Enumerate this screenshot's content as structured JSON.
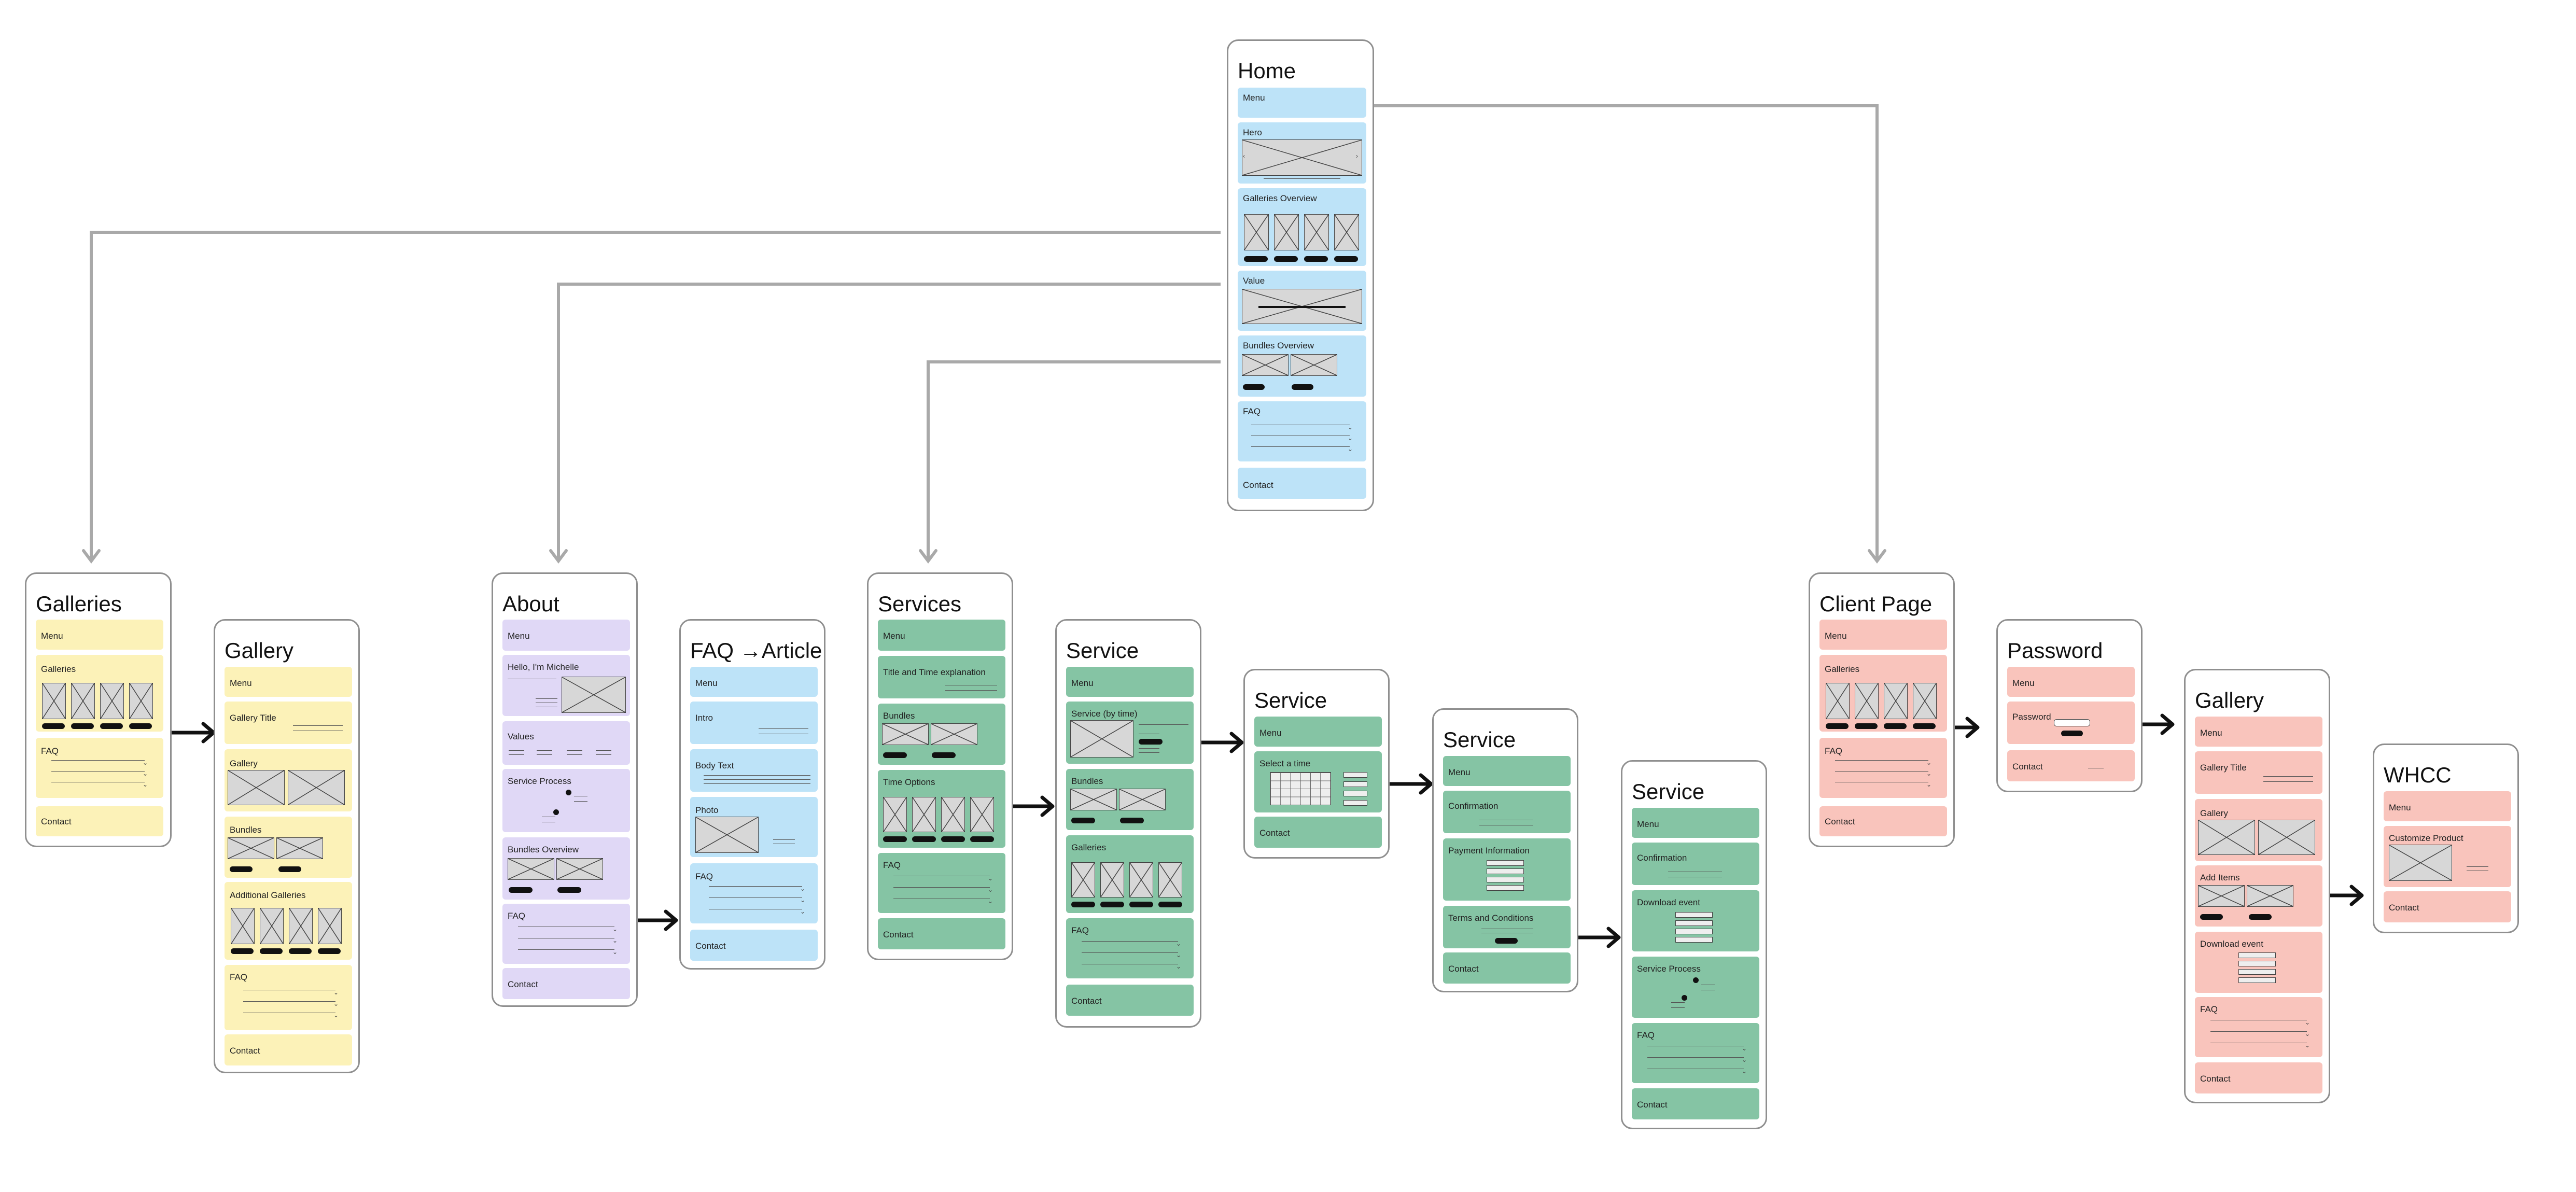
{
  "colors": {
    "home": "#bde3f8",
    "galleries": "#fcf2b8",
    "about": "#e0d8f6",
    "services": "#85c4a4",
    "client": "#f9c4bc",
    "connector": "#a9a9a9",
    "arrow": "#111111"
  },
  "pages": [
    {
      "id": "home",
      "title": "Home",
      "color": "blue",
      "sections": [
        {
          "label": "Menu"
        },
        {
          "label": "Hero"
        },
        {
          "label": "Galleries Overview"
        },
        {
          "label": "Value"
        },
        {
          "label": "Bundles Overview"
        },
        {
          "label": "FAQ"
        },
        {
          "label": "Contact"
        }
      ]
    },
    {
      "id": "galleries",
      "title": "Galleries",
      "color": "yellow",
      "sections": [
        {
          "label": "Menu"
        },
        {
          "label": "Galleries"
        },
        {
          "label": "FAQ"
        },
        {
          "label": "Contact"
        }
      ]
    },
    {
      "id": "gallery1",
      "title": "Gallery",
      "color": "yellow",
      "sections": [
        {
          "label": "Menu"
        },
        {
          "label": "Gallery Title"
        },
        {
          "label": "Gallery"
        },
        {
          "label": "Bundles"
        },
        {
          "label": "Additional Galleries"
        },
        {
          "label": "FAQ"
        },
        {
          "label": "Contact"
        }
      ]
    },
    {
      "id": "about",
      "title": "About",
      "color": "purple",
      "sections": [
        {
          "label": "Menu"
        },
        {
          "label": "Hello, I'm Michelle"
        },
        {
          "label": "Values"
        },
        {
          "label": "Service Process"
        },
        {
          "label": "Bundles Overview"
        },
        {
          "label": "FAQ"
        },
        {
          "label": "Contact"
        }
      ]
    },
    {
      "id": "faq",
      "title": "FAQ →Article",
      "color": "blue",
      "sections": [
        {
          "label": "Menu"
        },
        {
          "label": "Intro"
        },
        {
          "label": "Body Text"
        },
        {
          "label": "Photo"
        },
        {
          "label": "FAQ"
        },
        {
          "label": "Contact"
        }
      ]
    },
    {
      "id": "services",
      "title": "Services",
      "color": "green",
      "sections": [
        {
          "label": "Menu"
        },
        {
          "label": "Title and Time explanation"
        },
        {
          "label": "Bundles"
        },
        {
          "label": "Time Options"
        },
        {
          "label": "FAQ"
        },
        {
          "label": "Contact"
        }
      ]
    },
    {
      "id": "service1",
      "title": "Service",
      "color": "green",
      "sections": [
        {
          "label": "Menu"
        },
        {
          "label": "Service (by time)"
        },
        {
          "label": "Bundles"
        },
        {
          "label": "Galleries"
        },
        {
          "label": "FAQ"
        },
        {
          "label": "Contact"
        }
      ]
    },
    {
      "id": "service2",
      "title": "Service",
      "color": "green",
      "sections": [
        {
          "label": "Menu"
        },
        {
          "label": "Select a time"
        },
        {
          "label": "Contact"
        }
      ]
    },
    {
      "id": "service3",
      "title": "Service",
      "color": "green",
      "sections": [
        {
          "label": "Menu"
        },
        {
          "label": "Confirmation"
        },
        {
          "label": "Payment Information"
        },
        {
          "label": "Terms and Conditions"
        },
        {
          "label": "Contact"
        }
      ]
    },
    {
      "id": "service4",
      "title": "Service",
      "color": "green",
      "sections": [
        {
          "label": "Menu"
        },
        {
          "label": "Confirmation"
        },
        {
          "label": "Download event"
        },
        {
          "label": "Service Process"
        },
        {
          "label": "FAQ"
        },
        {
          "label": "Contact"
        }
      ]
    },
    {
      "id": "client",
      "title": "Client Page",
      "color": "red",
      "sections": [
        {
          "label": "Menu"
        },
        {
          "label": "Galleries"
        },
        {
          "label": "FAQ"
        },
        {
          "label": "Contact"
        }
      ]
    },
    {
      "id": "password",
      "title": "Password",
      "color": "red",
      "sections": [
        {
          "label": "Menu"
        },
        {
          "label": "Password"
        },
        {
          "label": "Contact"
        }
      ]
    },
    {
      "id": "gallery2",
      "title": "Gallery",
      "color": "red",
      "sections": [
        {
          "label": "Menu"
        },
        {
          "label": "Gallery Title"
        },
        {
          "label": "Gallery"
        },
        {
          "label": "Add Items"
        },
        {
          "label": "Download event"
        },
        {
          "label": "FAQ"
        },
        {
          "label": "Contact"
        }
      ]
    },
    {
      "id": "whcc",
      "title": "WHCC",
      "color": "red",
      "sections": [
        {
          "label": "Menu"
        },
        {
          "label": "Customize Product"
        },
        {
          "label": "Contact"
        }
      ]
    }
  ],
  "links": [
    {
      "from": "home",
      "to": "galleries",
      "kind": "sitemap"
    },
    {
      "from": "home",
      "to": "about",
      "kind": "sitemap"
    },
    {
      "from": "home",
      "to": "services",
      "kind": "sitemap"
    },
    {
      "from": "home",
      "to": "client",
      "kind": "sitemap"
    },
    {
      "from": "galleries",
      "to": "gallery1",
      "kind": "flow"
    },
    {
      "from": "about",
      "to": "faq",
      "kind": "flow"
    },
    {
      "from": "services",
      "to": "service1",
      "kind": "flow"
    },
    {
      "from": "service1",
      "to": "service2",
      "kind": "flow"
    },
    {
      "from": "service2",
      "to": "service3",
      "kind": "flow"
    },
    {
      "from": "service3",
      "to": "service4",
      "kind": "flow"
    },
    {
      "from": "client",
      "to": "password",
      "kind": "flow"
    },
    {
      "from": "password",
      "to": "gallery2",
      "kind": "flow"
    },
    {
      "from": "gallery2",
      "to": "whcc",
      "kind": "flow"
    }
  ]
}
